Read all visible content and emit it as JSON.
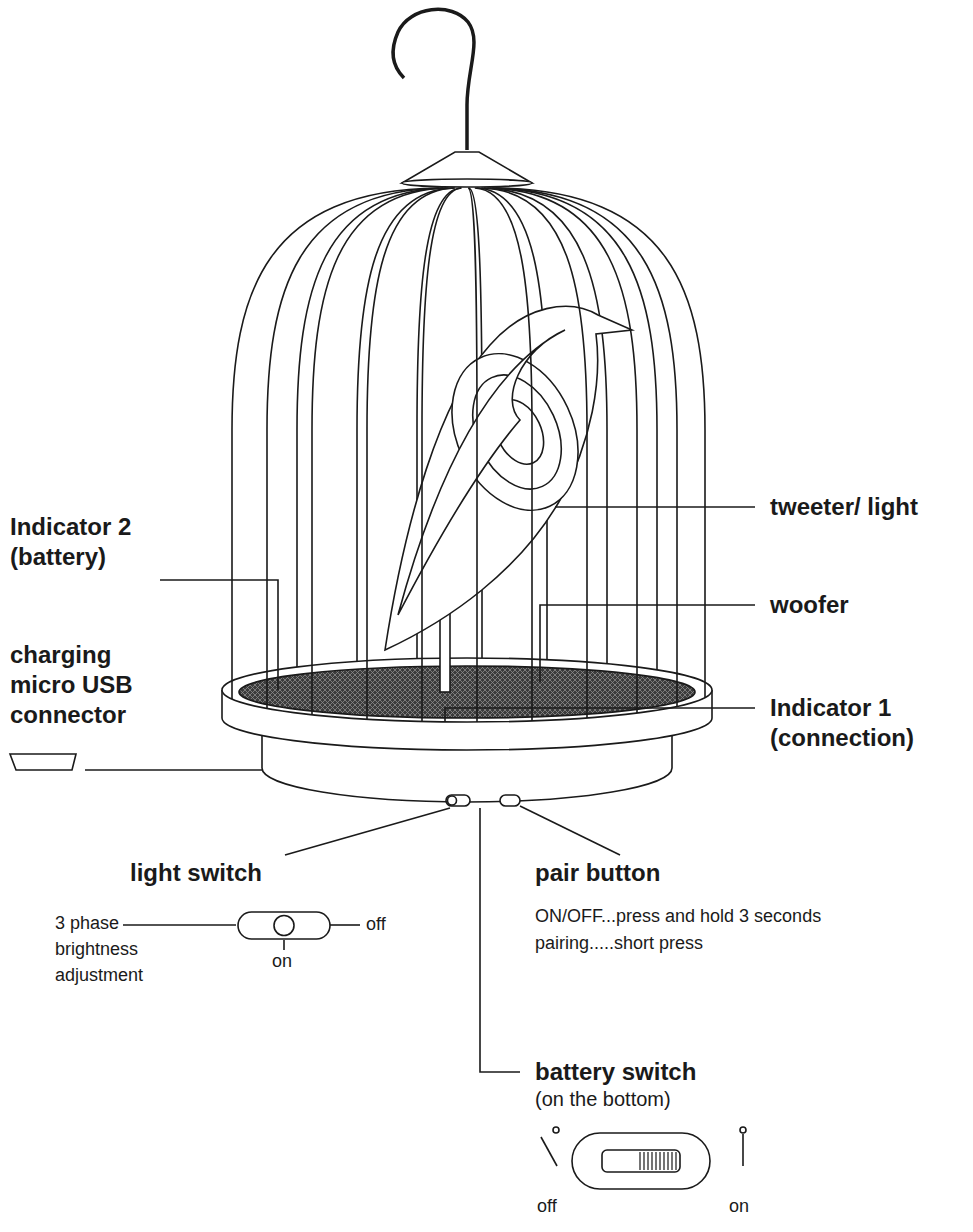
{
  "diagram": {
    "labels": [
      "tweeter/ light",
      "Indicator 2 (battery)",
      "woofer",
      "charging micro USB connector",
      "Indicator 1 (connection)",
      "light switch",
      "3 phase brightness adjustment",
      "on",
      "off",
      "pair button",
      "ON/OFF...press and hold 3 seconds",
      "pairing.....short press",
      "battery switch",
      "(on the bottom)",
      "off",
      "on"
    ]
  }
}
